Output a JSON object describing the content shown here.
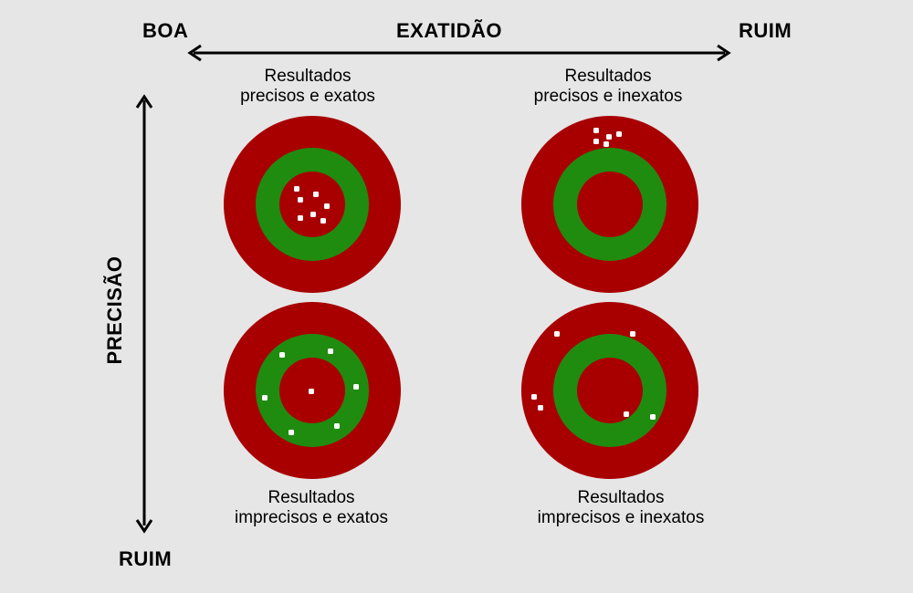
{
  "axes": {
    "x_title": "EXATIDÃO",
    "x_left": "BOA",
    "x_right": "RUIM",
    "y_title": "PRECISÃO",
    "y_bottom": "RUIM"
  },
  "colors": {
    "outer_ring": "#a80000",
    "middle_ring": "#1f8c10",
    "center": "#a80000",
    "hit": "#ffffff",
    "arrow": "#000000"
  },
  "targets": [
    {
      "id": "tl",
      "caption_line1": "Resultados",
      "caption_line2": "precisos e exatos"
    },
    {
      "id": "tr",
      "caption_line1": "Resultados",
      "caption_line2": "precisos e inexatos"
    },
    {
      "id": "bl",
      "caption_line1": "Resultados",
      "caption_line2": "imprecisos e exatos"
    },
    {
      "id": "br",
      "caption_line1": "Resultados",
      "caption_line2": "imprecisos e inexatos"
    }
  ]
}
